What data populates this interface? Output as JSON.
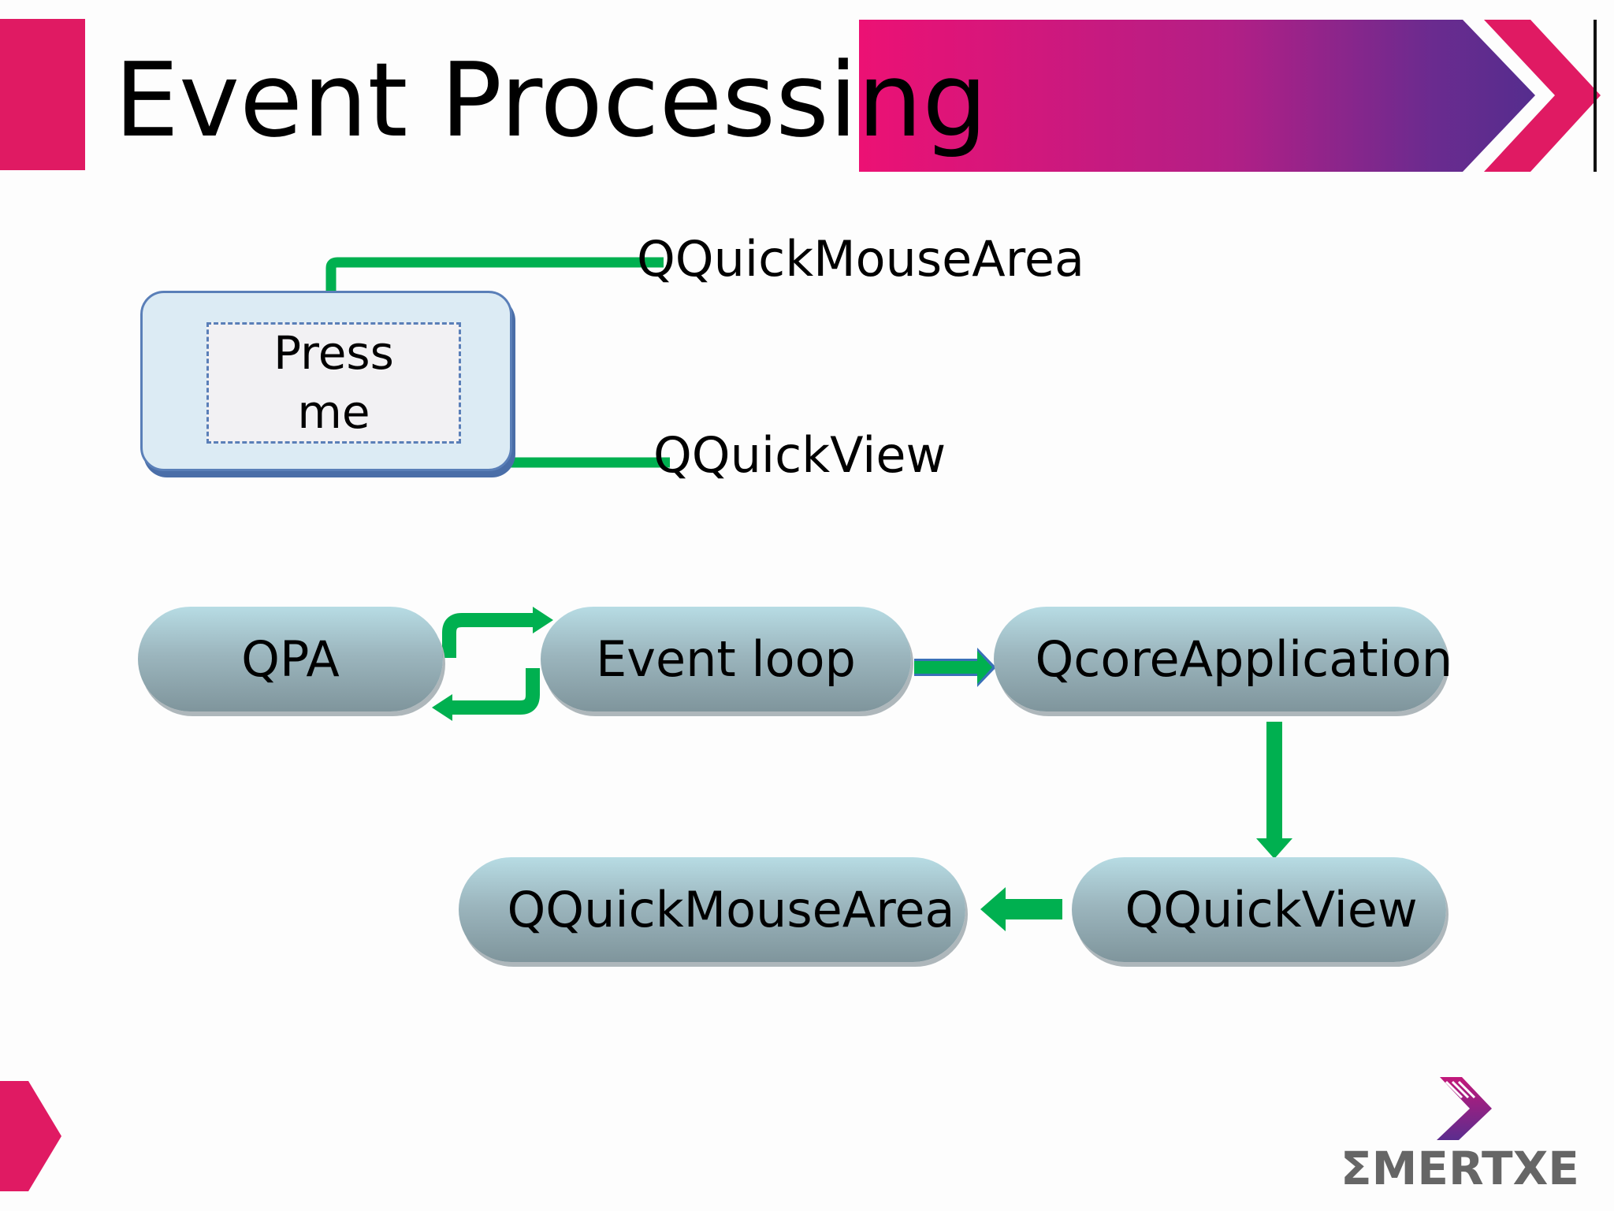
{
  "slide": {
    "title": "Event Processing"
  },
  "ui_mock": {
    "button_label": "Press me",
    "callouts": {
      "mouse_area": "QQuickMouseArea",
      "view": "QQuickView"
    }
  },
  "flow": {
    "nodes": {
      "qpa": "QPA",
      "event_loop": "Event loop",
      "core_app": "QcoreApplication",
      "quick_view": "QQuickView",
      "mouse_area": "QQuickMouseArea"
    }
  },
  "logo": {
    "text": "ΣMERTXE"
  },
  "colors": {
    "accent_pink": "#e01a63",
    "accent_purple": "#5b2d8e",
    "arrow_green": "#00b050",
    "logo_grey": "#666666"
  }
}
